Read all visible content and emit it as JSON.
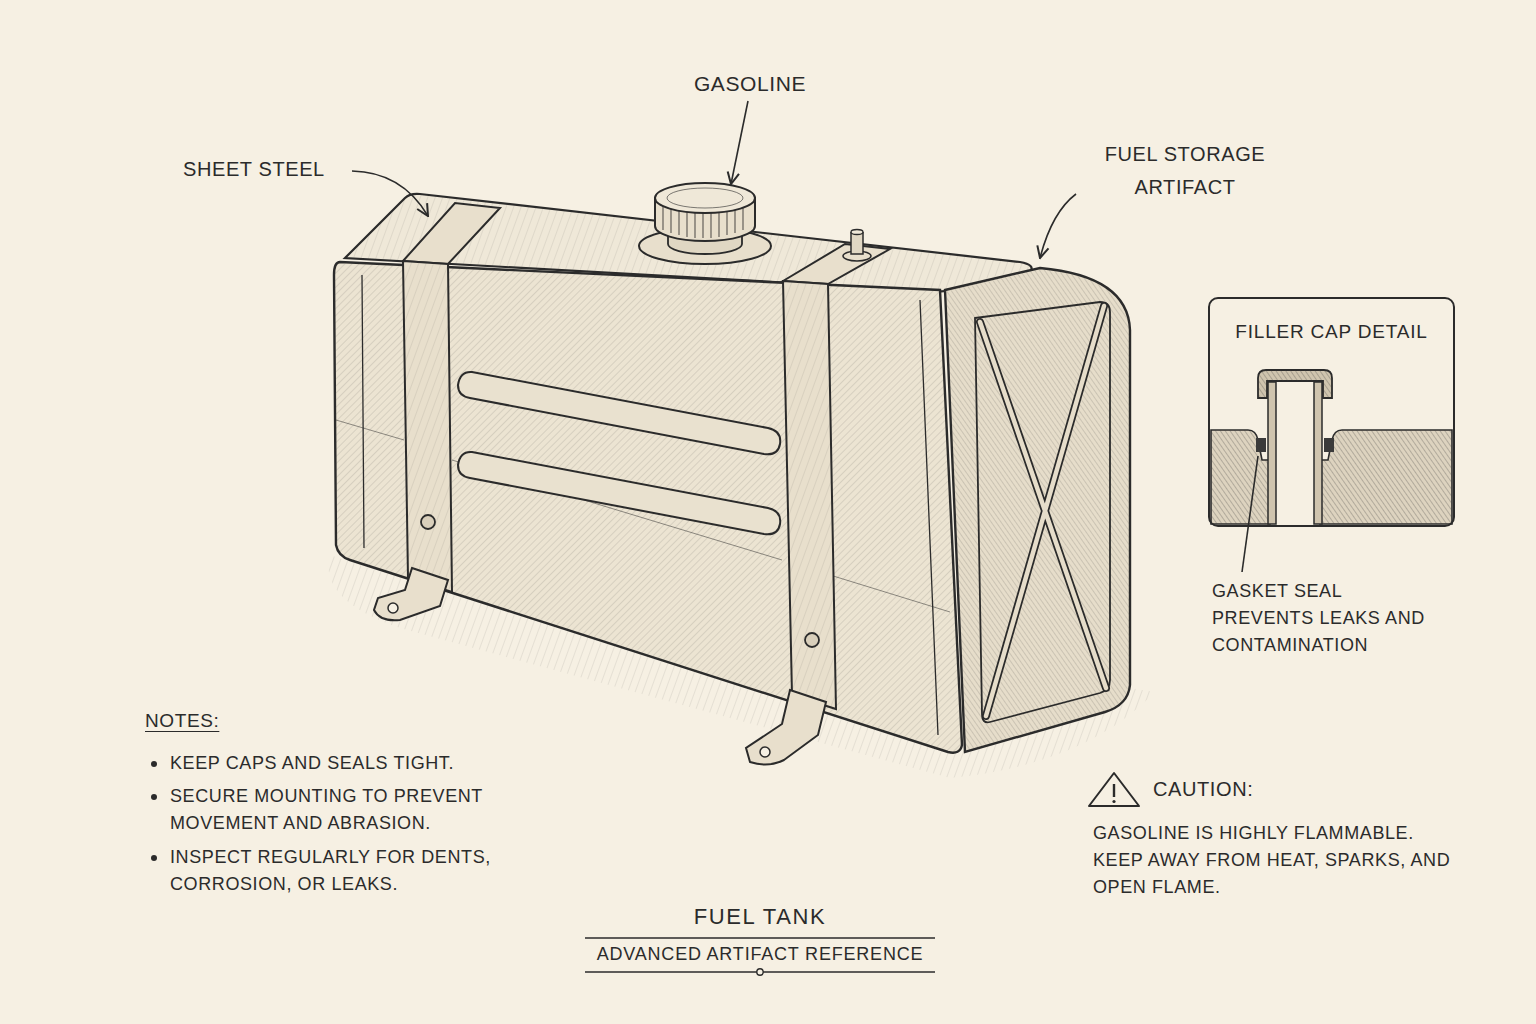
{
  "diagram": {
    "title": "FUEL TANK",
    "caption": "ADVANCED ARTIFACT REFERENCE",
    "nodes": [
      {
        "text": [
          "FILLER CAP DETAIL"
        ]
      }
    ],
    "labels": [
      "SHEET STEEL",
      "GASOLINE",
      "FUEL STORAGE ARTIFACT",
      "GASKET SEAL PREVENTS LEAKS AND CONTAMINATION",
      "NOTES:",
      "KEEP CAPS AND SEALS TIGHT.",
      "SECURE MOUNTING TO PREVENT MOVEMENT AND ABRASION.",
      "INSPECT REGULARLY FOR DENTS, CORROSION, OR LEAKS.",
      "CAUTION:",
      "GASOLINE IS HIGHLY FLAMMABLE. KEEP AWAY FROM HEAT, SPARKS, AND OPEN FLAME."
    ]
  }
}
